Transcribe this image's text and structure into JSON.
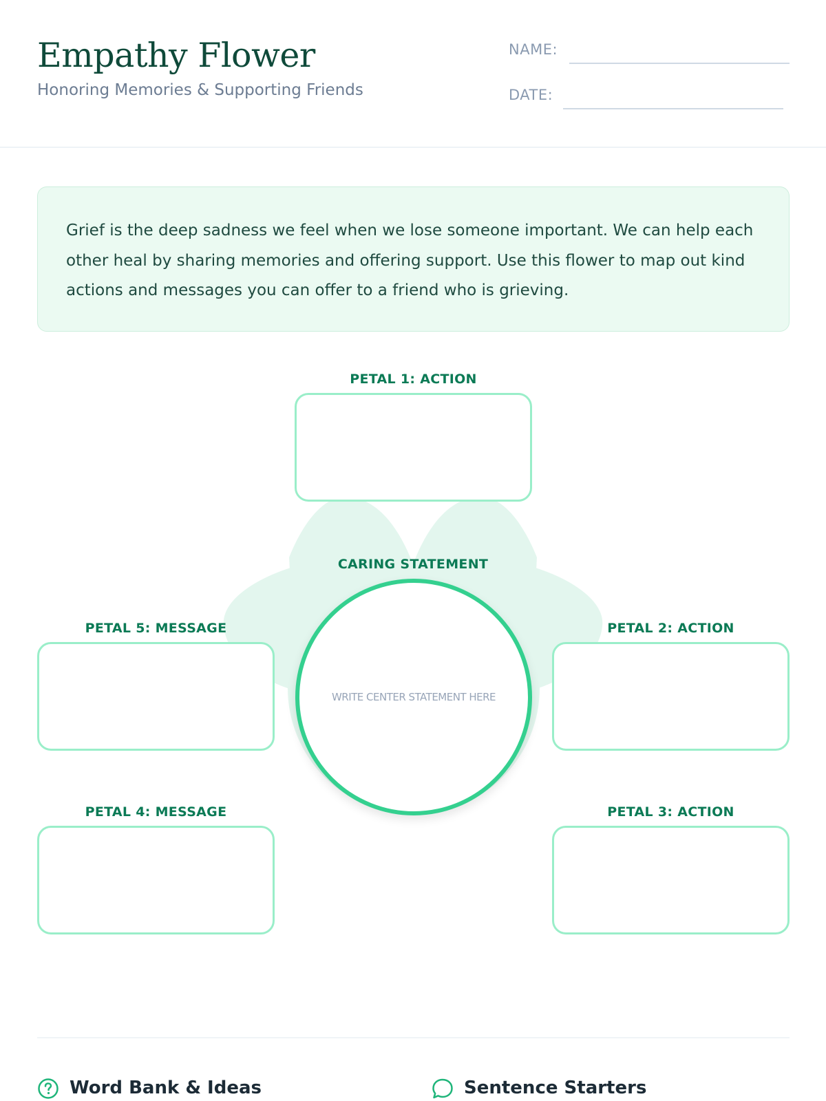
{
  "header": {
    "title": "Empathy Flower",
    "subtitle": "Honoring Memories & Supporting Friends",
    "name_label": "NAME:",
    "date_label": "DATE:"
  },
  "intro": {
    "text": "Grief is the deep sadness we feel when we lose someone important. We can help each other heal by sharing memories and offering support. Use this flower to map out kind actions and messages you can offer to a friend who is grieving."
  },
  "flower": {
    "center_label": "CARING STATEMENT",
    "center_placeholder": "WRITE CENTER STATEMENT HERE",
    "petals": [
      {
        "label": "PETAL 1: ACTION"
      },
      {
        "label": "PETAL 2: ACTION"
      },
      {
        "label": "PETAL 3: ACTION"
      },
      {
        "label": "PETAL 4: MESSAGE"
      },
      {
        "label": "PETAL 5: MESSAGE"
      }
    ]
  },
  "footer": {
    "word_bank_title": "Word Bank & Ideas",
    "sentence_starters_title": "Sentence Starters"
  },
  "colors": {
    "accent": "#34d08f",
    "petal_border": "#9aeec9",
    "title_green": "#0f4a3a",
    "intro_bg": "#ebfaf2"
  },
  "icons": {
    "word_bank": "question-circle-icon",
    "sentence_starters": "speech-bubble-icon"
  }
}
